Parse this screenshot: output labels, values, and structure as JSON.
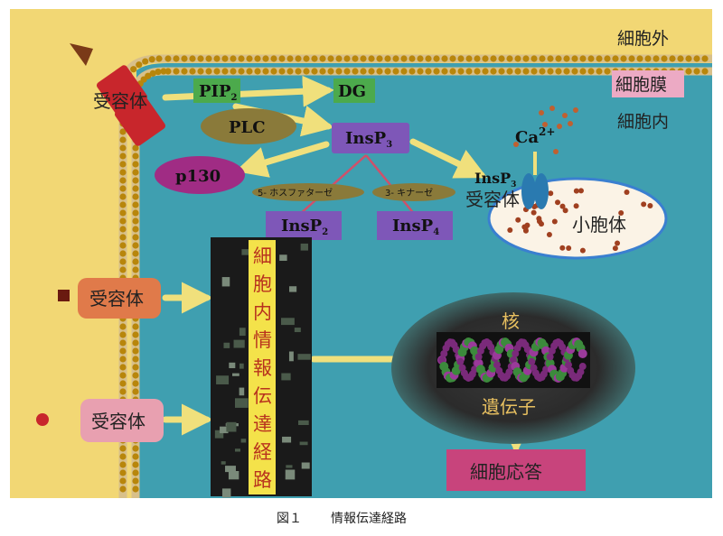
{
  "regions": {
    "outside": "細胞外",
    "membrane": "細胞膜",
    "inside": "細胞内"
  },
  "receptors": {
    "top": "受容体",
    "middle": "受容体",
    "bottom": "受容体"
  },
  "molecules": {
    "pip2": "PIP",
    "pip2_sub": "2",
    "dg": "DG",
    "plc": "PLC",
    "insp3": "InsP",
    "insp3_sub": "3",
    "p130": "p130",
    "insp2": "InsP",
    "insp2_sub": "2",
    "insp4": "InsP",
    "insp4_sub": "4"
  },
  "enzymes": {
    "phosphatase": "5- ホスファターゼ",
    "kinase": "3- キナーゼ"
  },
  "ca": {
    "label": "Ca",
    "sup": "2+"
  },
  "insp3_receptor": {
    "line1": "InsP",
    "line1_sub": "3",
    "line2": "受容体"
  },
  "vesicle": "小胞体",
  "pathway_chars": [
    "細",
    "胞",
    "内",
    "情",
    "報",
    "伝",
    "達",
    "経",
    "路"
  ],
  "nucleus": {
    "label": "核",
    "gene": "遺伝子"
  },
  "response": "細胞応答",
  "caption": {
    "fig": "図１",
    "title": "情報伝達経路"
  },
  "colors": {
    "outside_bg": "#f2d774",
    "inside_bg": "#3f9fb0",
    "membrane_head": "#b8860b",
    "arrow": "#f0e07c",
    "pip2_box": "#4caa4c",
    "insp_box": "#7e57b8",
    "plc_ellipse": "#8a7a3a",
    "p130_ellipse": "#a02c84",
    "receptor_red": "#c8262c",
    "receptor_orange": "#e07a4a",
    "receptor_pink": "#e8a0b0",
    "response_box": "#c8447c",
    "nucleus_dark": "#333333"
  }
}
